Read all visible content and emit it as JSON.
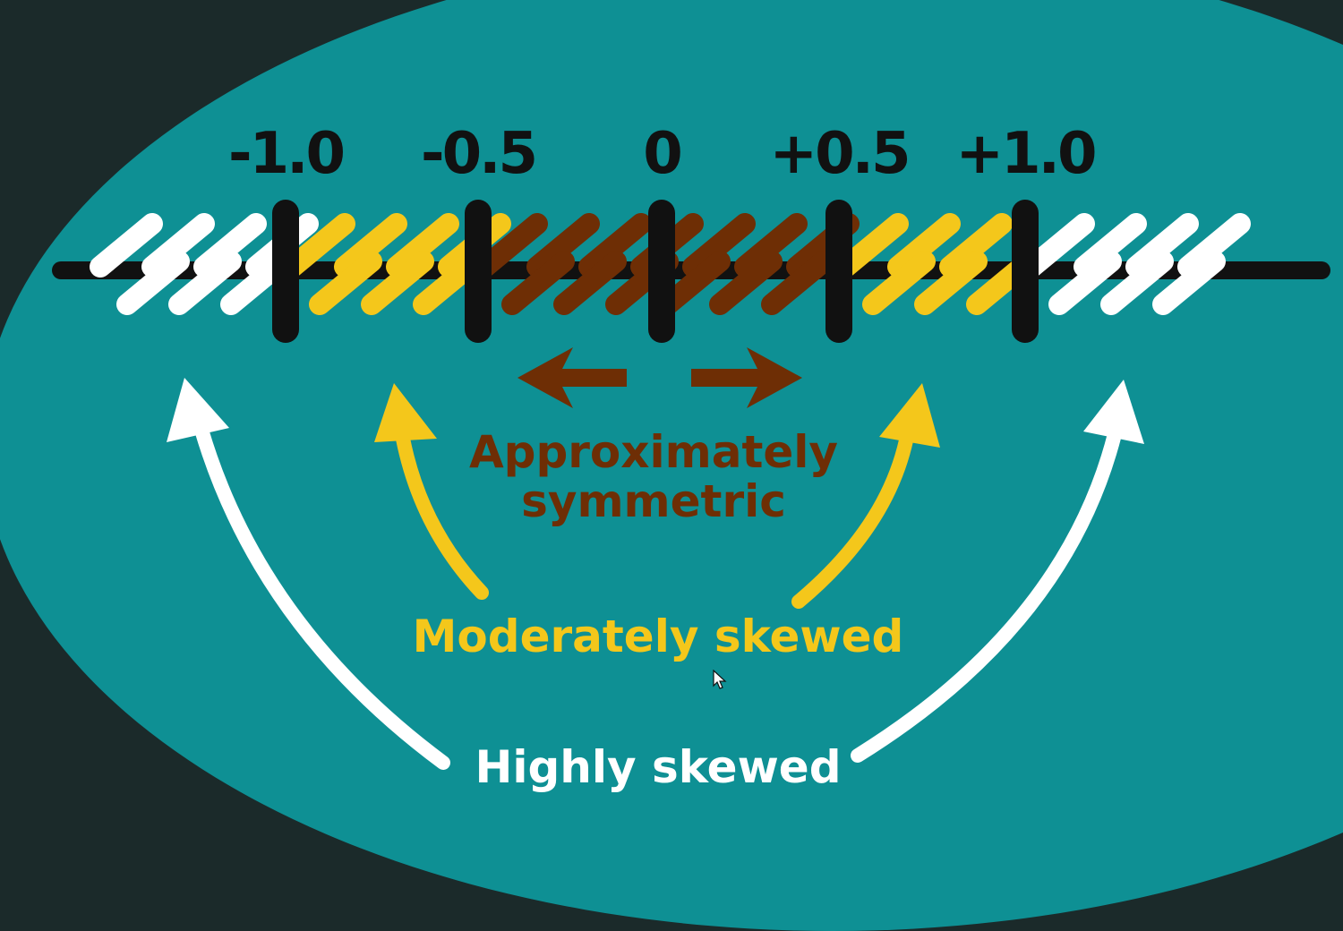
{
  "colors": {
    "background": "#0e9094",
    "axis": "#111111",
    "highly": "#ffffff",
    "moderately": "#f4c71b",
    "approx": "#6e2e05"
  },
  "scale": {
    "ticks": [
      {
        "value": -1.0,
        "label": "-1.0"
      },
      {
        "value": -0.5,
        "label": "-0.5"
      },
      {
        "value": 0,
        "label": "0"
      },
      {
        "value": 0.5,
        "label": "+0.5"
      },
      {
        "value": 1.0,
        "label": "+1.0"
      }
    ],
    "zones": [
      {
        "from": -1.5,
        "to": -1.0,
        "category": "highly"
      },
      {
        "from": -1.0,
        "to": -0.5,
        "category": "moderately"
      },
      {
        "from": -0.5,
        "to": 0.5,
        "category": "approx"
      },
      {
        "from": 0.5,
        "to": 1.0,
        "category": "moderately"
      },
      {
        "from": 1.0,
        "to": 1.5,
        "category": "highly"
      }
    ]
  },
  "labels": {
    "approx_line1": "Approximately",
    "approx_line2": "symmetric",
    "moderate": "Moderately skewed",
    "high": "Highly skewed"
  }
}
